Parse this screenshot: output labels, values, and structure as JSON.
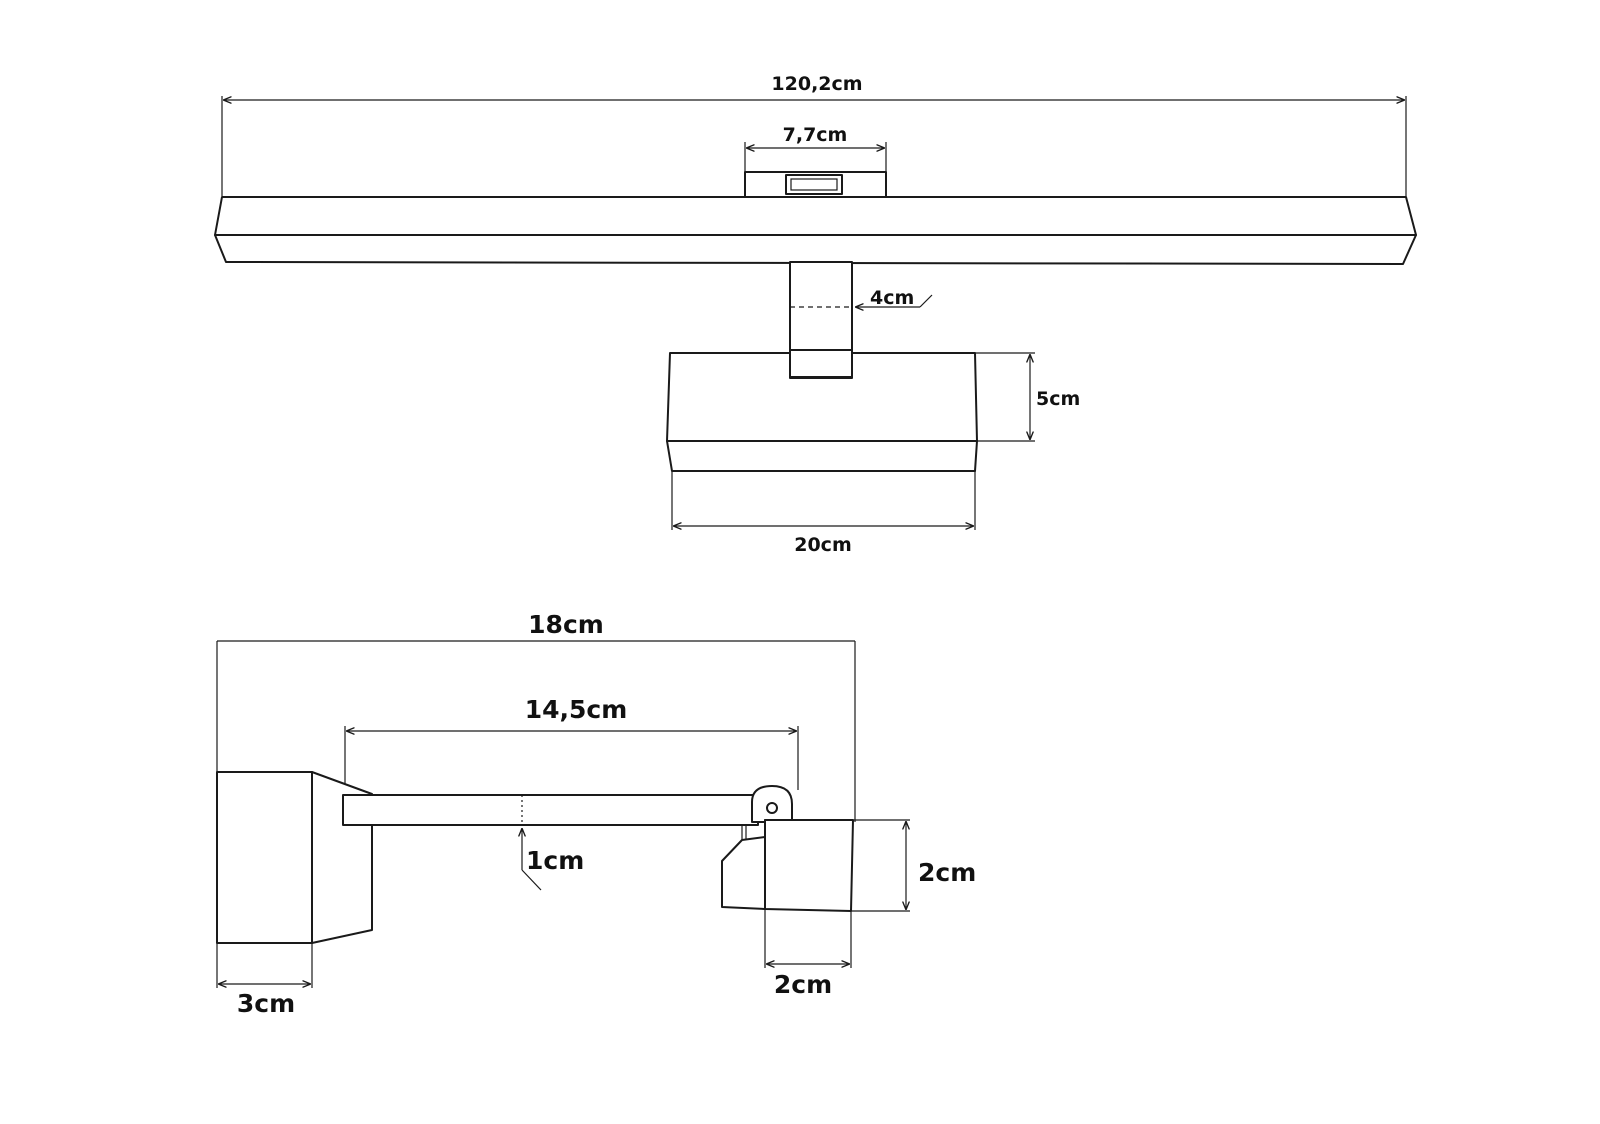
{
  "front_view": {
    "overall_width": "120,2cm",
    "mount_width": "7,7cm",
    "arm_width": "4cm",
    "base_height": "5cm",
    "base_width": "20cm"
  },
  "side_view": {
    "overall_depth": "18cm",
    "arm_length": "14,5cm",
    "arm_thickness": "1cm",
    "head_height": "2cm",
    "head_depth": "2cm",
    "base_depth": "3cm"
  },
  "colors": {
    "line": "#1a1a1a",
    "background": "#ffffff"
  }
}
